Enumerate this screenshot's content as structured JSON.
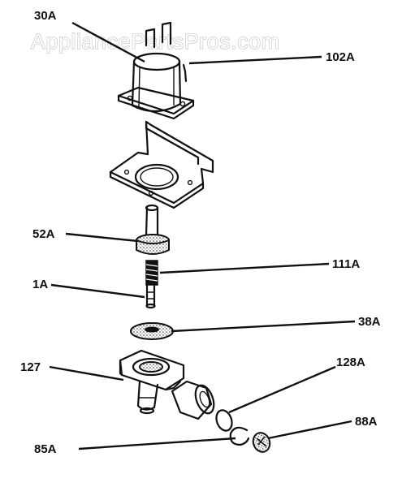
{
  "watermark": "AppliancePartsPros.com",
  "parts": [
    {
      "id": "30a",
      "label": "30A"
    },
    {
      "id": "102a",
      "label": "102A"
    },
    {
      "id": "52a",
      "label": "52A"
    },
    {
      "id": "111a",
      "label": "111A"
    },
    {
      "id": "1a",
      "label": "1A"
    },
    {
      "id": "38a",
      "label": "38A"
    },
    {
      "id": "127",
      "label": "127"
    },
    {
      "id": "128a",
      "label": "128A"
    },
    {
      "id": "88a",
      "label": "88A"
    },
    {
      "id": "85a",
      "label": "85A"
    }
  ]
}
